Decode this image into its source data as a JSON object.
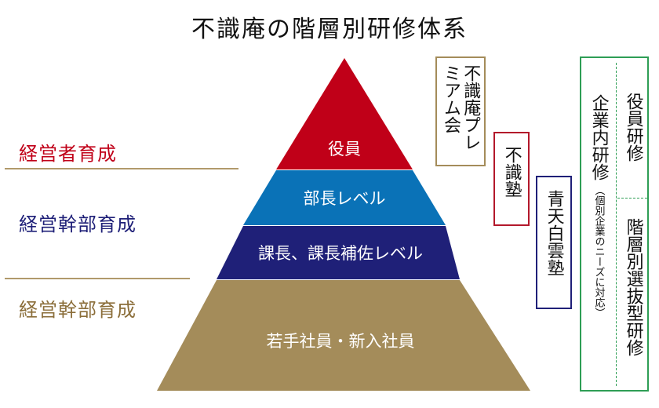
{
  "title": "不識庵の階層別研修体系",
  "colors": {
    "red": "#c00018",
    "blue": "#0a72b7",
    "navy": "#1f2078",
    "gold": "#a48c5a",
    "green": "#2e9e55",
    "tan_line": "#b19a6b"
  },
  "side_labels": {
    "top": "経営者育成",
    "middle": "経営幹部育成",
    "bottom": "経営幹部育成"
  },
  "pyramid": {
    "tier1": "役員",
    "tier2": "部長レベル",
    "tier3": "課長、課長補佐レベル",
    "tier4": "若手社員・新入社員"
  },
  "programs": {
    "premium": "不識庵プレミアム会",
    "juku": "不識塾",
    "seiten": "青天白雲塾"
  },
  "inhouse": {
    "title": "企業内研修",
    "note": "（個別企業のニーズに対応）",
    "executive": "役員研修",
    "selective": "階層別選抜型研修"
  }
}
